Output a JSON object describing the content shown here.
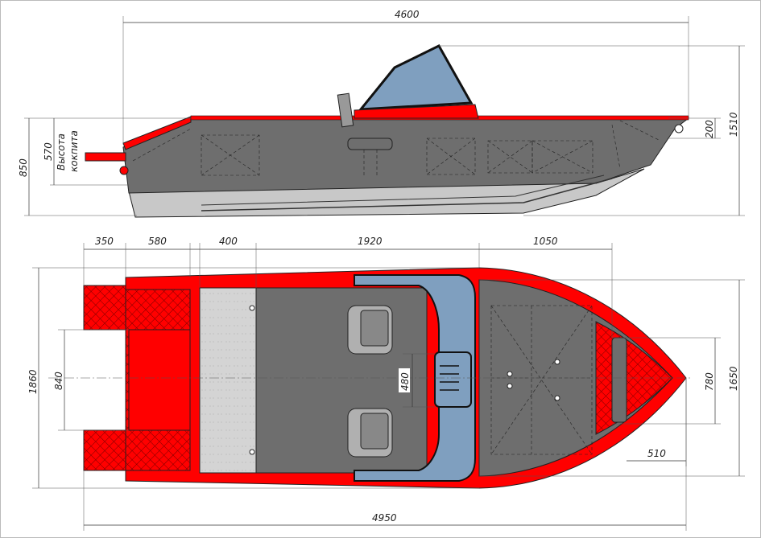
{
  "side_view": {
    "length_overall": "4600",
    "bow_height": "200",
    "total_height": "1510",
    "side_height": "850",
    "cockpit_depth": "570",
    "cockpit_label_line1": "Высота",
    "cockpit_label_line2": "кокпита"
  },
  "top_view": {
    "bracket": "350",
    "transom": "580",
    "aft_deck": "400",
    "cockpit": "1920",
    "fore_deck": "1050",
    "width_overall": "1860",
    "bracket_width": "840",
    "console_width": "480",
    "hatch_width": "780",
    "beam": "1650",
    "bow_offset": "510",
    "length_total": "4950"
  },
  "colors": {
    "red": "#ff0000",
    "hull": "#6e6e6e",
    "glass": "#7f9fbf",
    "deck": "#d0d0d0",
    "bottom": "#c8c8c8"
  }
}
